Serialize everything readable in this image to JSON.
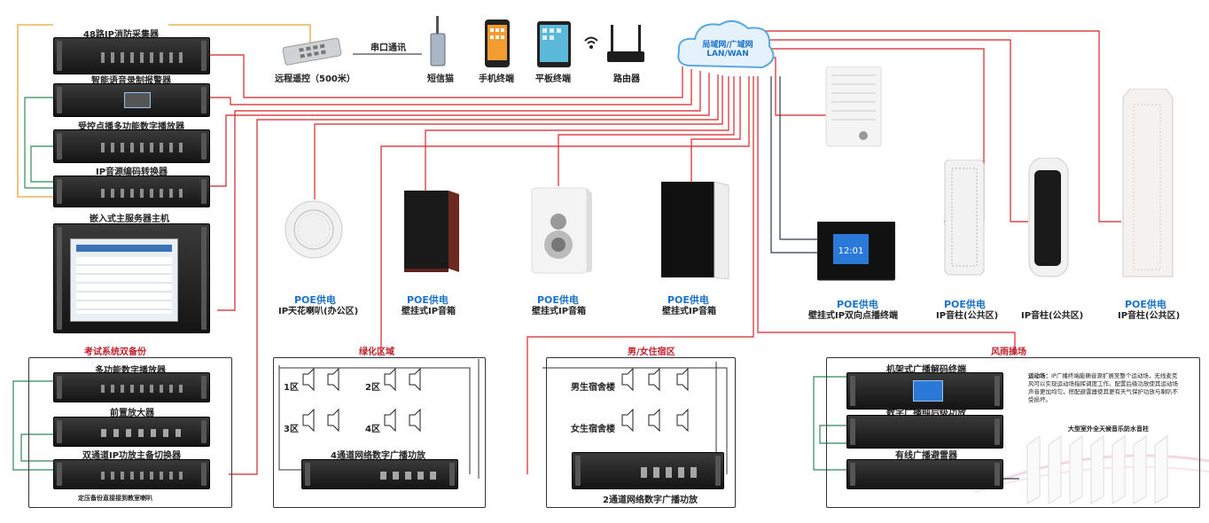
{
  "top_devices": {
    "remote": "远程遥控（500米）",
    "serial": "串口通讯",
    "sms": "短信猫",
    "phone": "手机终端",
    "tablet": "平板终端",
    "router": "路由器"
  },
  "cloud": {
    "line1": "局域网/广域网",
    "line2": "LAN/WAN"
  },
  "rack_left": {
    "fire": "48路IP消防采集器",
    "recorder": "智能语音录制报警器",
    "player": "受控点播多功能数字播放器",
    "encoder": "IP音源编码转换器",
    "server": "嵌入式主服务器主机"
  },
  "speakers": [
    {
      "poe": "POE供电",
      "name": "IP天花喇叭(办公区)"
    },
    {
      "poe": "POE供电",
      "name": "壁挂式IP音箱"
    },
    {
      "poe": "POE供电",
      "name": "壁挂式IP音箱"
    },
    {
      "poe": "POE供电",
      "name": "壁挂式IP音箱"
    },
    {
      "poe": "POE供电",
      "name": "壁挂式IP双向点播终端"
    },
    {
      "poe": "POE供电",
      "name": "IP音柱(公共区)"
    },
    {
      "poe": "",
      "name": "IP音柱(公共区)"
    },
    {
      "poe": "POE供电",
      "name": "IP音柱(公共区)"
    }
  ],
  "exam": {
    "title": "考试系统双备份",
    "player": "多功能数字播放器",
    "preamp": "前置放大器",
    "switcher": "双通道IP功放主备切换器",
    "note": "定压备份直接接到教室喇叭"
  },
  "green": {
    "title": "绿化区域",
    "zone1": "1区",
    "zone2": "2区",
    "zone3": "3区",
    "zone4": "4区",
    "amp": "4通道网络数字广播功放"
  },
  "dorm": {
    "title": "男/女住宿区",
    "male": "男生宿舍楼",
    "female": "女生宿舍楼",
    "amp": "2通道网络数字广播功放"
  },
  "sports": {
    "title": "风雨操场",
    "decoder": "机架式广播解码终端",
    "amp": "数字广播纯后级功放",
    "arrester": "有线广播避雷器",
    "desc_title": "运动场：",
    "desc": "IP广播终端能确音源扩展至整个运动场，无线麦克风可以实现运动场指挥调度工作。配置后级功放使其运动场声音更加均匀，搭配避雷器使其更有天气保护功放与喇叭不受损坏。",
    "columns_label": "大型室外全天候音乐防水音柱"
  },
  "colors": {
    "red": "#d8232a",
    "green": "#2e8b57",
    "orange": "#e8a33a",
    "navy": "#333a4a",
    "blue": "#1a73c9"
  }
}
